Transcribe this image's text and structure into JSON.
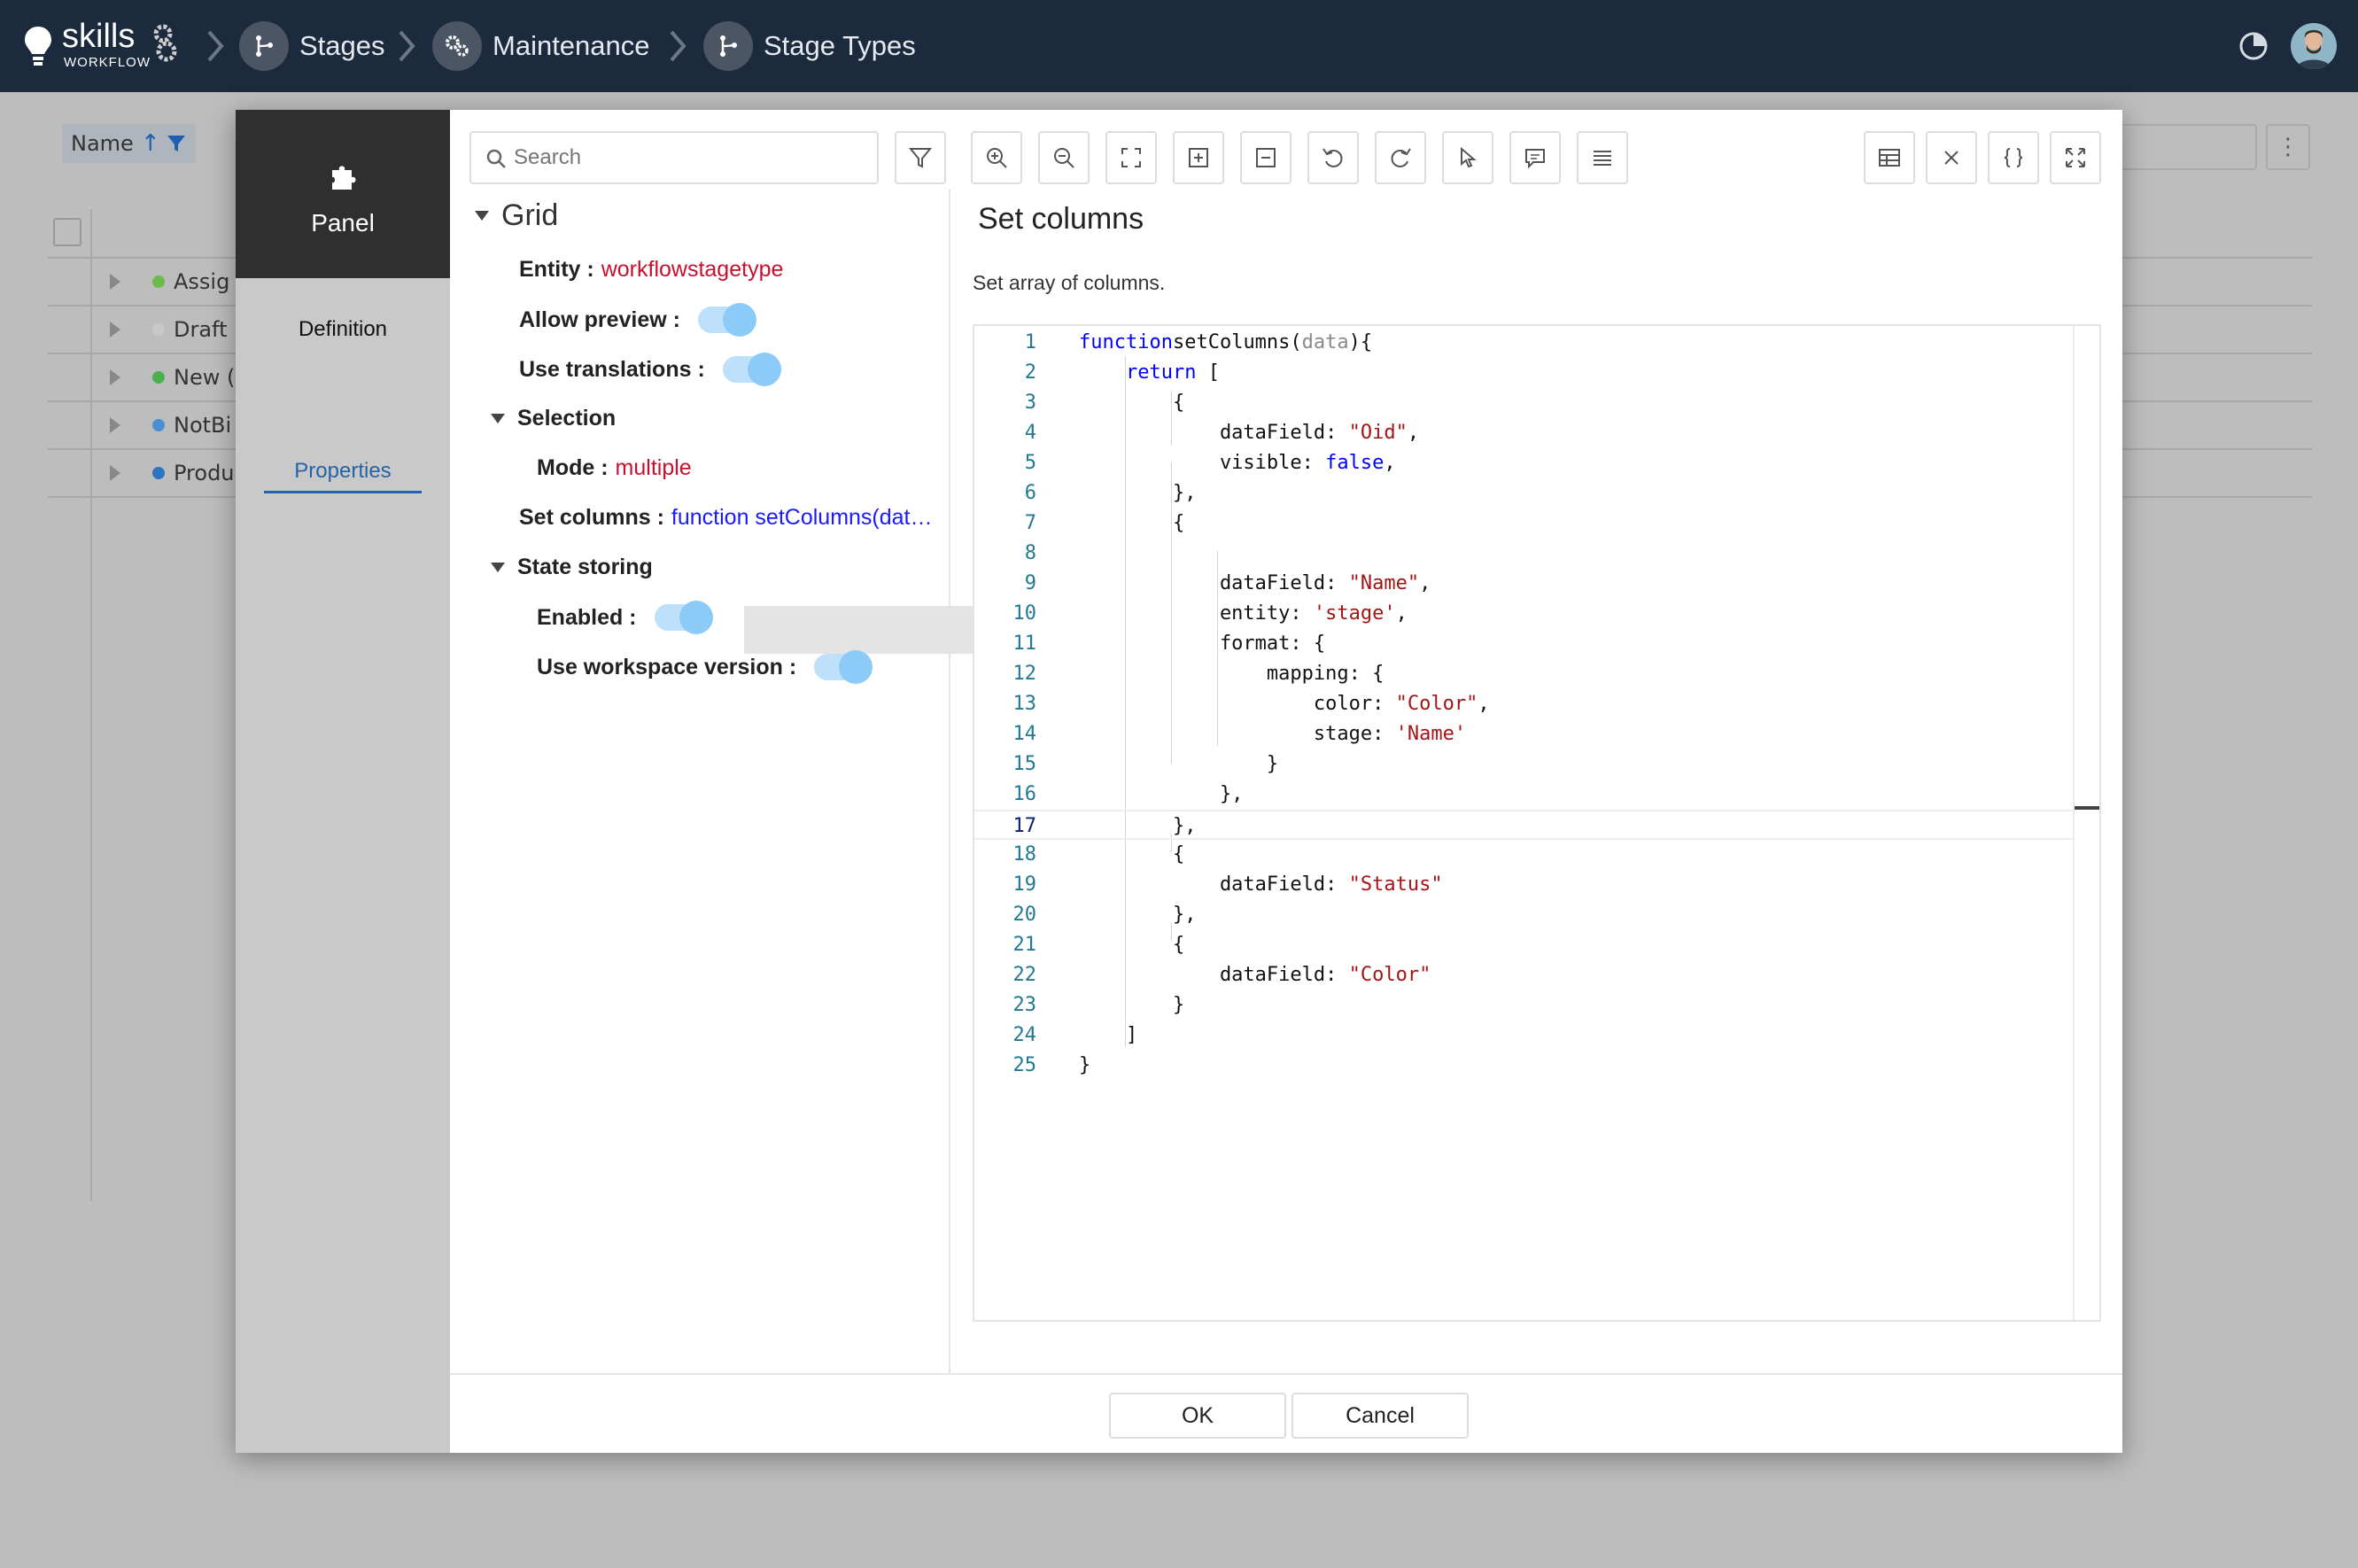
{
  "app": {
    "logo_name": "skills",
    "logo_sub": "WORKFLOW"
  },
  "breadcrumb": [
    {
      "label": "Stages",
      "icon": "branch-icon"
    },
    {
      "label": "Maintenance",
      "icon": "gears-icon"
    },
    {
      "label": "Stage Types",
      "icon": "branch-icon"
    }
  ],
  "background": {
    "sort_label": "Name",
    "rows": [
      {
        "label": "Assig",
        "color": "#6dbb4b"
      },
      {
        "label": "Draft",
        "color": "#c8c8c8"
      },
      {
        "label": "New (",
        "color": "#4caf50"
      },
      {
        "label": "NotBi",
        "color": "#4a8fd4"
      },
      {
        "label": "Produ",
        "color": "#2f74c0"
      }
    ]
  },
  "modal": {
    "side": {
      "panel_label": "Panel",
      "definition_label": "Definition",
      "properties_label": "Properties"
    },
    "search": {
      "placeholder": "Search"
    },
    "tree": {
      "grid_label": "Grid",
      "entity_key": "Entity :",
      "entity_value": "workflowstagetype",
      "allow_preview_key": "Allow preview :",
      "use_translations_key": "Use translations :",
      "selection_label": "Selection",
      "mode_key": "Mode :",
      "mode_value": "multiple",
      "set_columns_key": "Set columns :",
      "set_columns_value": "function setColumns(dat…",
      "state_storing_label": "State storing",
      "enabled_key": "Enabled :",
      "workspace_key": "Use workspace version :"
    },
    "toggles": {
      "allow_preview": true,
      "use_translations": true,
      "enabled": true,
      "workspace_version": true
    },
    "editor": {
      "title": "Set columns",
      "description": "Set array of columns.",
      "current_line": 17,
      "lines": [
        {
          "n": "1",
          "segs": [
            [
              "kw",
              "function"
            ],
            [
              "",
              "setColumns("
            ],
            [
              "prm",
              "data"
            ],
            [
              "",
              "){"
            ]
          ]
        },
        {
          "n": "2",
          "segs": [
            [
              "",
              "    "
            ],
            [
              "kw",
              "return"
            ],
            [
              "",
              " ["
            ]
          ]
        },
        {
          "n": "3",
          "segs": [
            [
              "",
              "        {"
            ]
          ]
        },
        {
          "n": "4",
          "segs": [
            [
              "",
              "            dataField: "
            ],
            [
              "str",
              "\"Oid\""
            ],
            [
              "",
              ","
            ]
          ]
        },
        {
          "n": "5",
          "segs": [
            [
              "",
              "            visible: "
            ],
            [
              "kw",
              "false"
            ],
            [
              "",
              ","
            ]
          ]
        },
        {
          "n": "6",
          "segs": [
            [
              "",
              "        },"
            ]
          ]
        },
        {
          "n": "7",
          "segs": [
            [
              "",
              "        {"
            ]
          ]
        },
        {
          "n": "8",
          "segs": [
            [
              "",
              ""
            ]
          ]
        },
        {
          "n": "9",
          "segs": [
            [
              "",
              "            dataField: "
            ],
            [
              "str",
              "\"Name\""
            ],
            [
              "",
              ","
            ]
          ]
        },
        {
          "n": "10",
          "segs": [
            [
              "",
              "            entity: "
            ],
            [
              "str",
              "'stage'"
            ],
            [
              "",
              ","
            ]
          ]
        },
        {
          "n": "11",
          "segs": [
            [
              "",
              "            format: {"
            ]
          ]
        },
        {
          "n": "12",
          "segs": [
            [
              "",
              "                mapping: {"
            ]
          ]
        },
        {
          "n": "13",
          "segs": [
            [
              "",
              "                    color: "
            ],
            [
              "str",
              "\"Color\""
            ],
            [
              "",
              ","
            ]
          ]
        },
        {
          "n": "14",
          "segs": [
            [
              "",
              "                    stage: "
            ],
            [
              "str",
              "'Name'"
            ]
          ]
        },
        {
          "n": "15",
          "segs": [
            [
              "",
              "                }"
            ]
          ]
        },
        {
          "n": "16",
          "segs": [
            [
              "",
              "            },"
            ]
          ]
        },
        {
          "n": "17",
          "segs": [
            [
              "",
              "        },"
            ]
          ]
        },
        {
          "n": "18",
          "segs": [
            [
              "",
              "        {"
            ]
          ]
        },
        {
          "n": "19",
          "segs": [
            [
              "",
              "            dataField: "
            ],
            [
              "str",
              "\"Status\""
            ]
          ]
        },
        {
          "n": "20",
          "segs": [
            [
              "",
              "        },"
            ]
          ]
        },
        {
          "n": "21",
          "segs": [
            [
              "",
              "        {"
            ]
          ]
        },
        {
          "n": "22",
          "segs": [
            [
              "",
              "            dataField: "
            ],
            [
              "str",
              "\"Color\""
            ]
          ]
        },
        {
          "n": "23",
          "segs": [
            [
              "",
              "        }"
            ]
          ]
        },
        {
          "n": "24",
          "segs": [
            [
              "",
              "    ]"
            ]
          ]
        },
        {
          "n": "25",
          "segs": [
            [
              "",
              "}"
            ]
          ]
        }
      ]
    },
    "footer": {
      "ok_label": "OK",
      "cancel_label": "Cancel"
    }
  },
  "colors": {
    "topbar": "#1b2a3d",
    "accent": "#2563a8",
    "value_red": "#c8102e",
    "toggle": "#8ccaf7"
  }
}
